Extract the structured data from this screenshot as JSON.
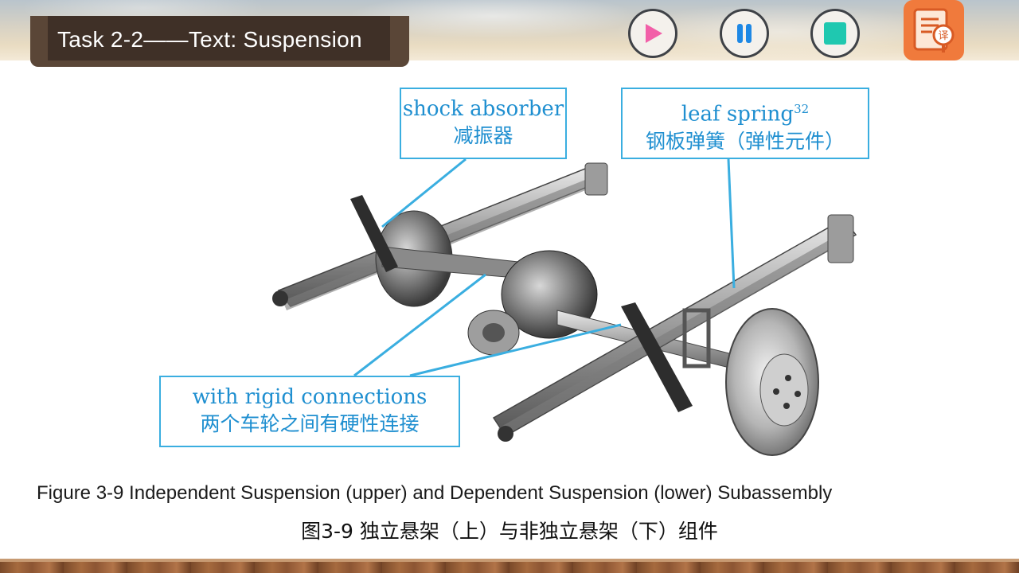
{
  "header": {
    "title": "Task 2-2——Text: Suspension"
  },
  "controls": [
    {
      "name": "play-button",
      "icon": "play-icon",
      "color": "#f25fa8"
    },
    {
      "name": "pause-button",
      "icon": "pause-icon",
      "color": "#1e88e5"
    },
    {
      "name": "stop-button",
      "icon": "stop-icon",
      "color": "#1fc8b0"
    }
  ],
  "translate_button": {
    "icon": "translate-icon",
    "glyph": "译",
    "color": "#f07a3c"
  },
  "figure": {
    "callouts": {
      "shock_absorber": {
        "en": "shock absorber",
        "zh": "减振器"
      },
      "leaf_spring": {
        "en": "leaf spring",
        "sup": "32",
        "zh": "钢板弹簧（弹性元件）"
      },
      "rigid": {
        "en": "with rigid connections",
        "zh": "两个车轮之间有硬性连接"
      }
    },
    "callout_color": "#3aaee0"
  },
  "caption": {
    "en": "Figure 3-9  Independent Suspension (upper) and Dependent Suspension (lower) Subassembly",
    "zh": "图3-9  独立悬架（上）与非独立悬架（下）组件"
  }
}
